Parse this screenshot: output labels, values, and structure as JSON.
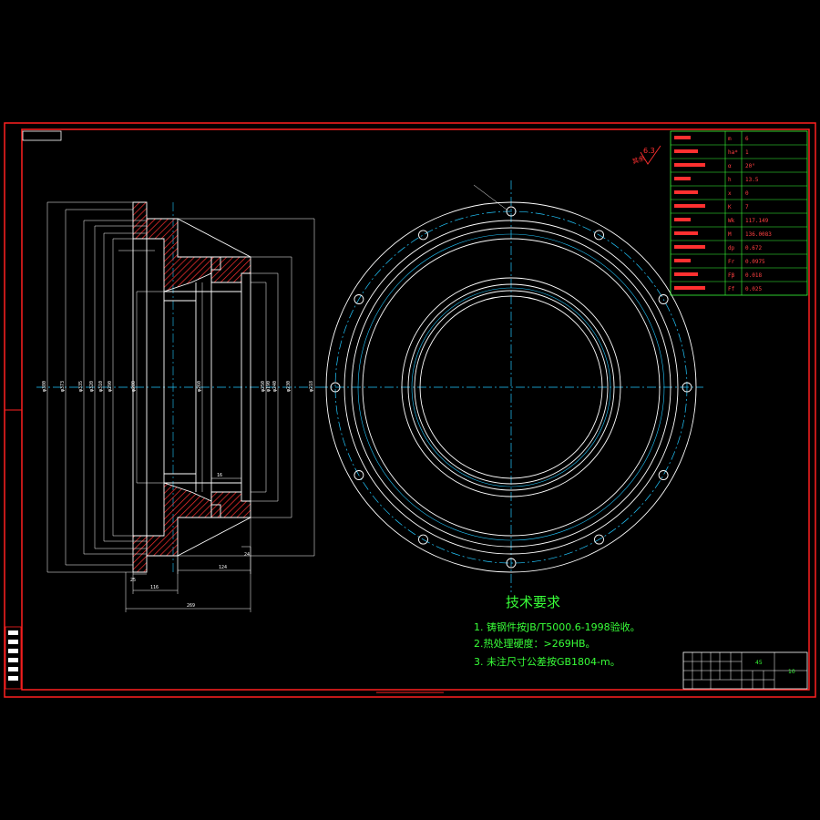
{
  "technical_requirements": {
    "title": "技术要求",
    "items": [
      "1. 铸钢件按JB/T5000.6-1998验收。",
      "2.热处理硬度：>269HB。",
      "3. 未注尺寸公差按GB1804-m。"
    ]
  },
  "surface_finish": {
    "label": "其余",
    "value": "6.3"
  },
  "parameter_table": {
    "rows": [
      {
        "symbol": "m",
        "value": "6"
      },
      {
        "symbol": "ha*",
        "value": "1"
      },
      {
        "symbol": "α",
        "value": "20°"
      },
      {
        "symbol": "h",
        "value": "13.5"
      },
      {
        "symbol": "x",
        "value": "0"
      },
      {
        "symbol": "K",
        "value": "7"
      },
      {
        "symbol": "Wk",
        "value": "117.149"
      },
      {
        "symbol": "M",
        "value": "136.0083"
      },
      {
        "symbol": "dp",
        "value": "0.672"
      },
      {
        "symbol": "Fr",
        "value": "0.0975"
      },
      {
        "symbol": "Fβ",
        "value": "0.018"
      },
      {
        "symbol": "Ff",
        "value": "0.025"
      }
    ]
  },
  "title_block": {
    "material": "45",
    "code": "10"
  },
  "dimensions": {
    "overall_length": "269",
    "hub_length": "124",
    "flange_offset": "116",
    "step": "16",
    "small_step": "24",
    "thickness": "25",
    "vertical": [
      "φ380",
      "φ373",
      "φ335",
      "φ320",
      "φ310",
      "φ290",
      "φ280",
      "φ260",
      "φ250",
      "φ240",
      "φ230",
      "φ218",
      "φ190"
    ]
  },
  "colors": {
    "frame": "#ff2020",
    "outline": "#ffffff",
    "centerline": "#22c8ff",
    "text": "#38ff38",
    "hatch": "#ff3030"
  }
}
